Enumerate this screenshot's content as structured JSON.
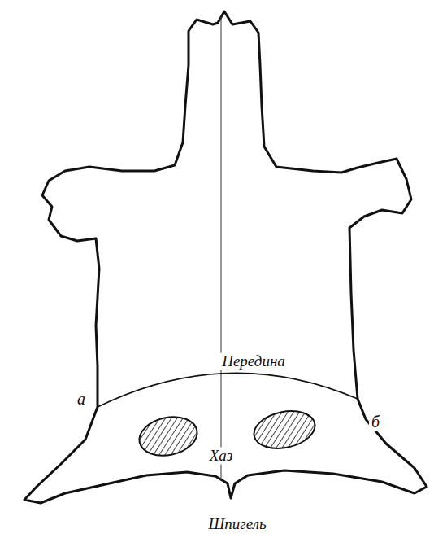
{
  "diagram": {
    "labels": [
      "Передина",
      "а",
      "б",
      "Хаз",
      "Шпигель"
    ]
  }
}
